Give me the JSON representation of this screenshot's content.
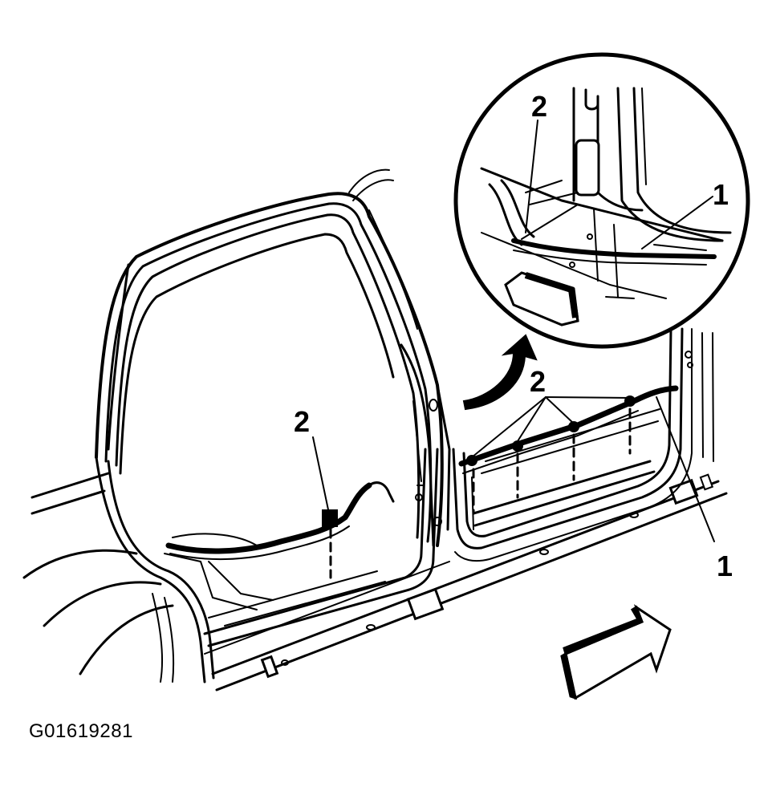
{
  "callouts": {
    "main_left_2": "2",
    "main_right_2": "2",
    "main_right_1": "1",
    "inset_2": "2",
    "inset_1": "1"
  },
  "figure_id": "G01619281",
  "colors": {
    "line": "#000000",
    "background": "#ffffff"
  }
}
